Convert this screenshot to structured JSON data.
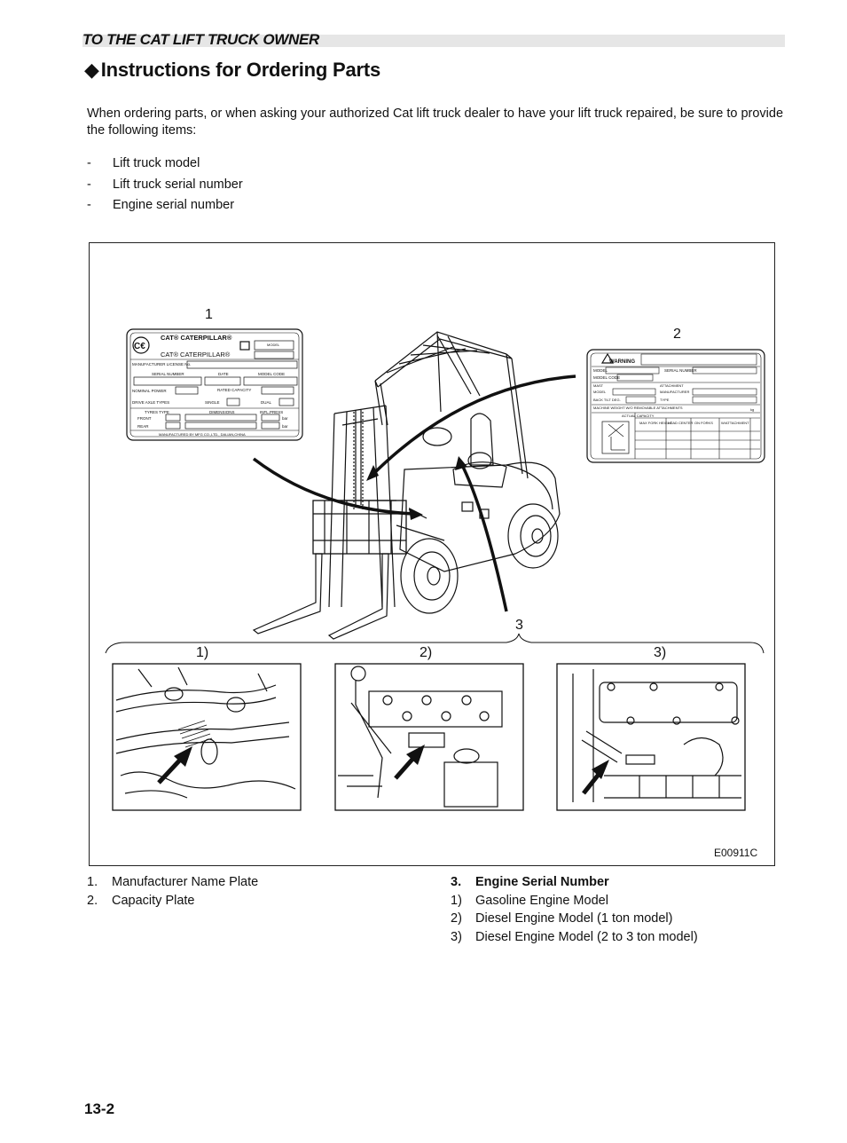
{
  "header": {
    "section": "TO THE CAT LIFT TRUCK OWNER"
  },
  "title": {
    "marker": "◆",
    "text": "Instructions for Ordering Parts"
  },
  "intro": "When ordering parts, or when asking your authorized Cat lift truck dealer to have your lift truck repaired, be sure to provide the following items:",
  "bullets": [
    {
      "dash": "-",
      "text": "Lift truck model"
    },
    {
      "dash": "-",
      "text": "Lift truck serial number"
    },
    {
      "dash": "-",
      "text": "Engine serial number"
    }
  ],
  "figure": {
    "code": "E00911C",
    "callouts": {
      "c1": "1",
      "c2": "2",
      "c3": "3"
    },
    "subfigures": {
      "s1": "1)",
      "s2": "2)",
      "s3": "3)"
    },
    "plate1": {
      "brand1": "CAT® CATERPILLAR®",
      "brand2": "CAT® CATERPILLAR®",
      "model": "MODEL",
      "license": "MANUFACTURER LICENSE No.",
      "serial": "SERIAL NUMBER",
      "date": "DATE",
      "model_code": "MODEL CODE",
      "power": "NOMINAL POWER",
      "rated": "RATED CAPACITY",
      "drive": "DRIVE AXLE TYPES",
      "single": "SINGLE",
      "dual": "DUAL",
      "tyres": "TYRES TYPE",
      "dimensions": "DIMENSIONS",
      "infl": "INFL.PRESS",
      "front": "FRONT",
      "rear": "REAR",
      "bar": "bar",
      "footer": "MANUFACTURED BY MFG CO.,LTD., DALIAN,CHINA"
    },
    "plate2": {
      "warning": "WARNING",
      "model": "MODEL",
      "serial": "SERIAL NUMBER",
      "model_code": "MODEL CODE",
      "mast": "MAST",
      "attachment": "ATTACHMENT",
      "mast_model": "MODEL",
      "manufacturer": "MANUFACTURER",
      "tilt": "BACK TILT DEG.",
      "type": "TYPE",
      "weight": "MACHINE WEIGHT W/O REMOVABLE ATTACHMENTS",
      "actual": "ACTUAL CAPACITY",
      "max_fork": "MAX FORK HEIGHT",
      "load_ctr": "LOAD CENTER",
      "on_forks": "ON FORKS",
      "on_att": "W/ATTACHMENT",
      "kg": "kg"
    }
  },
  "legend": {
    "left": [
      {
        "num": "1.",
        "text": "Manufacturer Name Plate"
      },
      {
        "num": "2.",
        "text": "Capacity Plate"
      }
    ],
    "right": [
      {
        "num": "3.",
        "text": "Engine Serial Number",
        "bold": true
      },
      {
        "num": "1)",
        "text": "Gasoline Engine Model"
      },
      {
        "num": "2)",
        "text": "Diesel Engine Model (1 ton model)"
      },
      {
        "num": "3)",
        "text": "Diesel Engine Model (2 to 3 ton model)"
      }
    ]
  },
  "page_number": "13-2"
}
